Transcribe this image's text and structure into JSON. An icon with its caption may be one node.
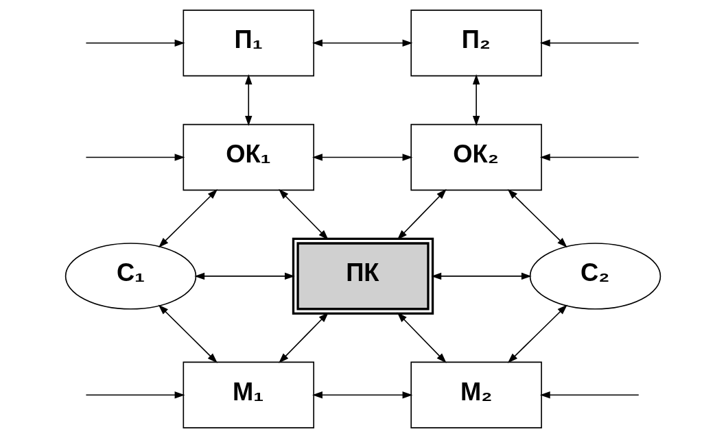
{
  "diagram": {
    "nodes": [
      {
        "text": [
          "П₁"
        ]
      },
      {
        "text": [
          "П₂"
        ]
      },
      {
        "text": [
          "ОК₁"
        ]
      },
      {
        "text": [
          "ОК₂"
        ]
      },
      {
        "text": [
          "С₁"
        ]
      },
      {
        "text": [
          "ПК"
        ]
      },
      {
        "text": [
          "С₂"
        ]
      },
      {
        "text": [
          "М₁"
        ]
      },
      {
        "text": [
          "М₂"
        ]
      }
    ],
    "edges": [
      {
        "from": 0,
        "to": 1,
        "arrow": "both"
      },
      {
        "from": null,
        "to": 1,
        "arrow": "to"
      },
      {
        "from": null,
        "to": 0,
        "arrow": "to"
      },
      {
        "from": 0,
        "to": 2,
        "arrow": "both"
      },
      {
        "from": 1,
        "to": 3,
        "arrow": "both"
      },
      {
        "from": null,
        "to": 2,
        "arrow": "to"
      },
      {
        "from": 2,
        "to": 3,
        "arrow": "both"
      },
      {
        "from": null,
        "to": 3,
        "arrow": "to"
      },
      {
        "from": 2,
        "to": 5,
        "arrow": "both"
      },
      {
        "from": 3,
        "to": 5,
        "arrow": "both"
      },
      {
        "from": 2,
        "to": 4,
        "arrow": "both"
      },
      {
        "from": 3,
        "to": 6,
        "arrow": "both"
      },
      {
        "from": 4,
        "to": 5,
        "arrow": "both"
      },
      {
        "from": 5,
        "to": 6,
        "arrow": "both"
      },
      {
        "from": 4,
        "to": 7,
        "arrow": "both"
      },
      {
        "from": 6,
        "to": 8,
        "arrow": "both"
      },
      {
        "from": 7,
        "to": 5,
        "arrow": "both"
      },
      {
        "from": 5,
        "to": 8,
        "arrow": "both"
      },
      {
        "from": 7,
        "to": 8,
        "arrow": "both"
      },
      {
        "from": null,
        "to": 7,
        "arrow": "to"
      },
      {
        "from": null,
        "to": 8,
        "arrow": "to"
      }
    ]
  }
}
